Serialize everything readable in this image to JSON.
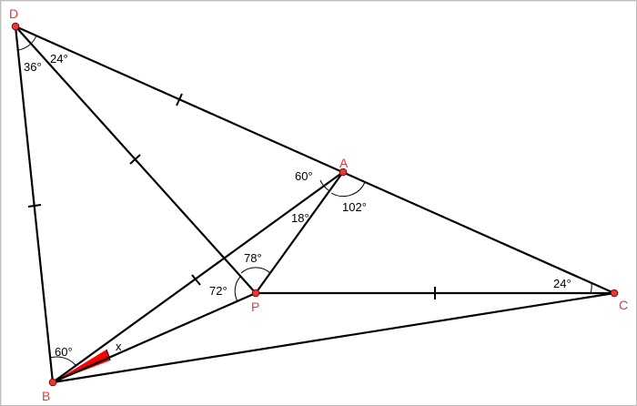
{
  "colors": {
    "line": "#000000",
    "point": "#e53935",
    "label": "#e53935",
    "highlight": "#ff0000"
  },
  "points": {
    "D": {
      "label": "D"
    },
    "A": {
      "label": "A"
    },
    "P": {
      "label": "P"
    },
    "B": {
      "label": "B"
    },
    "C": {
      "label": "C"
    }
  },
  "angles": {
    "d_left": "36°",
    "d_right": "24°",
    "a_left": "60°",
    "a_inner": "18°",
    "a_right": "102°",
    "p_top": "78°",
    "p_left": "72°",
    "c": "24°",
    "b": "60°",
    "x": "x"
  }
}
